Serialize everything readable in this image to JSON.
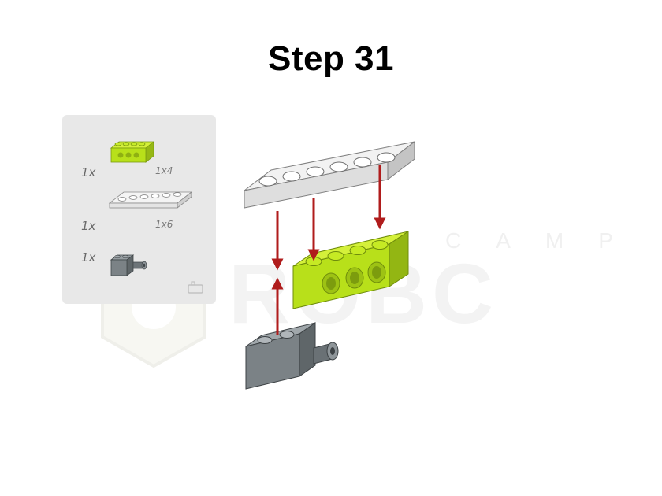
{
  "page": {
    "title": "Step 31"
  },
  "watermark": {
    "small_text": "CAMP",
    "big_text": "ROBC"
  },
  "parts_list": {
    "items": [
      {
        "qty": "1x",
        "size": "1x4",
        "part": "lime-technic-brick-1x4"
      },
      {
        "qty": "1x",
        "size": "1x6",
        "part": "white-plate-1x6"
      },
      {
        "qty": "1x",
        "size": "",
        "part": "dark-gray-brick-with-pin"
      }
    ]
  },
  "colors": {
    "lime": "#b8e01a",
    "lime_dark": "#8fb012",
    "white_plate": "#e4e4e4",
    "dark_gray": "#7b8286",
    "arrow_red": "#b01c1c",
    "panel_bg": "#e8e8e8"
  }
}
